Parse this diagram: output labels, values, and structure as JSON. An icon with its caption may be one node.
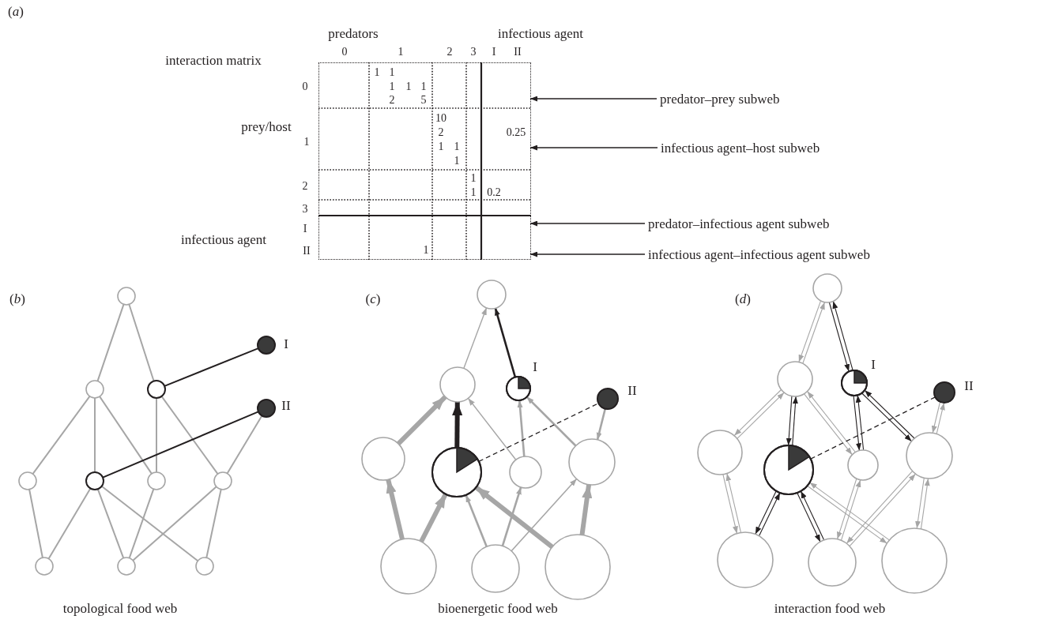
{
  "diagram": {
    "nodes": [
      {
        "text": [
          "predator–prey subweb"
        ]
      },
      {
        "text": [
          "infectious agent–host subweb"
        ]
      },
      {
        "text": [
          "predator–infectious agent subweb"
        ]
      },
      {
        "text": [
          "infectious agent–infectious agent subweb"
        ]
      },
      {
        "text": [],
        "shape": "circle"
      },
      {
        "text": [],
        "shape": "circle",
        "beside": [
          "I"
        ]
      },
      {
        "text": [],
        "shape": "circle"
      },
      {
        "text": [],
        "shape": "circle"
      },
      {
        "text": [],
        "shape": "circle",
        "beside": [
          "II"
        ]
      },
      {
        "text": [],
        "shape": "circle"
      },
      {
        "text": [],
        "shape": "circle"
      },
      {
        "text": [],
        "shape": "circle"
      },
      {
        "text": [],
        "shape": "circle"
      },
      {
        "text": [],
        "shape": "circle"
      },
      {
        "text": [],
        "shape": "circle"
      },
      {
        "text": [],
        "shape": "circle"
      },
      {
        "text": [],
        "shape": "circle"
      },
      {
        "text": [],
        "shape": "circle"
      },
      {
        "text": [],
        "shape": "circle",
        "beside": [
          "I"
        ]
      },
      {
        "text": [],
        "shape": "circle",
        "beside": [
          "II"
        ]
      },
      {
        "text": [],
        "shape": "circle"
      },
      {
        "text": [],
        "shape": "circle"
      },
      {
        "text": [],
        "shape": "circle"
      },
      {
        "text": [],
        "shape": "circle"
      },
      {
        "text": [],
        "shape": "circle"
      },
      {
        "text": [],
        "shape": "circle"
      },
      {
        "text": [],
        "shape": "circle"
      },
      {
        "text": [],
        "shape": "circle"
      },
      {
        "text": [],
        "shape": "circle"
      },
      {
        "text": [],
        "shape": "circle",
        "beside": [
          "I"
        ]
      },
      {
        "text": [],
        "shape": "circle",
        "beside": [
          "II"
        ]
      },
      {
        "text": [],
        "shape": "circle"
      },
      {
        "text": [],
        "shape": "circle"
      },
      {
        "text": [],
        "shape": "circle"
      },
      {
        "text": [],
        "shape": "circle"
      },
      {
        "text": [],
        "shape": "circle"
      },
      {
        "text": [],
        "shape": "circle"
      },
      {
        "text": [],
        "shape": "circle"
      },
      {
        "text": [],
        "shape": "box"
      }
    ],
    "edges": [
      {
        "from": 0,
        "to": 38,
        "arrow": "to",
        "color": "#231f20"
      },
      {
        "from": 1,
        "to": 38,
        "arrow": "to",
        "color": "#231f20"
      },
      {
        "from": 2,
        "to": 38,
        "arrow": "to",
        "color": "#231f20"
      },
      {
        "from": 3,
        "to": 38,
        "arrow": "to",
        "color": "#231f20"
      },
      {
        "from": 4,
        "to": 6,
        "arrow": "none"
      },
      {
        "from": 4,
        "to": 7,
        "arrow": "none"
      },
      {
        "from": 6,
        "to": 9,
        "arrow": "none"
      },
      {
        "from": 6,
        "to": 10,
        "arrow": "none"
      },
      {
        "from": 6,
        "to": 11,
        "arrow": "none"
      },
      {
        "from": 7,
        "to": 11,
        "arrow": "none"
      },
      {
        "from": 7,
        "to": 12,
        "arrow": "none"
      },
      {
        "from": 7,
        "to": 5,
        "arrow": "none",
        "color": "#231f20"
      },
      {
        "from": 10,
        "to": 8,
        "arrow": "none",
        "color": "#231f20"
      },
      {
        "from": 8,
        "to": 12,
        "arrow": "none"
      },
      {
        "from": 9,
        "to": 13,
        "arrow": "none"
      },
      {
        "from": 10,
        "to": 13,
        "arrow": "none"
      },
      {
        "from": 10,
        "to": 14,
        "arrow": "none"
      },
      {
        "from": 10,
        "to": 15,
        "arrow": "none"
      },
      {
        "from": 11,
        "to": 14,
        "arrow": "none"
      },
      {
        "from": 12,
        "to": 14,
        "arrow": "none"
      },
      {
        "from": 12,
        "to": 15,
        "arrow": "none"
      },
      {
        "from": 17,
        "to": 16,
        "arrow": "to"
      },
      {
        "from": 18,
        "to": 16,
        "arrow": "to",
        "color": "#231f20"
      },
      {
        "from": 20,
        "to": 17,
        "arrow": "to",
        "style": "thick"
      },
      {
        "from": 21,
        "to": 17,
        "arrow": "to",
        "style": "thick",
        "color": "#231f20"
      },
      {
        "from": 22,
        "to": 17,
        "arrow": "to"
      },
      {
        "from": 22,
        "to": 18,
        "arrow": "to"
      },
      {
        "from": 23,
        "to": 18,
        "arrow": "to"
      },
      {
        "from": 19,
        "to": 23,
        "arrow": "to"
      },
      {
        "from": 21,
        "to": 19,
        "arrow": "none",
        "style": "dashed",
        "color": "#231f20"
      },
      {
        "from": 24,
        "to": 20,
        "arrow": "to",
        "style": "thick"
      },
      {
        "from": 24,
        "to": 21,
        "arrow": "to",
        "style": "thick"
      },
      {
        "from": 25,
        "to": 21,
        "arrow": "to"
      },
      {
        "from": 25,
        "to": 22,
        "arrow": "to"
      },
      {
        "from": 25,
        "to": 23,
        "arrow": "to"
      },
      {
        "from": 26,
        "to": 21,
        "arrow": "to",
        "style": "thick"
      },
      {
        "from": 26,
        "to": 23,
        "arrow": "to",
        "style": "thick"
      },
      {
        "from": 27,
        "to": 28,
        "arrow": "to"
      },
      {
        "from": 28,
        "to": 27,
        "arrow": "to"
      },
      {
        "from": 27,
        "to": 29,
        "arrow": "to",
        "color": "#231f20"
      },
      {
        "from": 29,
        "to": 27,
        "arrow": "to",
        "color": "#231f20"
      },
      {
        "from": 28,
        "to": 31,
        "arrow": "to"
      },
      {
        "from": 31,
        "to": 28,
        "arrow": "to"
      },
      {
        "from": 28,
        "to": 32,
        "arrow": "to",
        "color": "#231f20"
      },
      {
        "from": 32,
        "to": 28,
        "arrow": "to",
        "color": "#231f20"
      },
      {
        "from": 28,
        "to": 33,
        "arrow": "to"
      },
      {
        "from": 33,
        "to": 28,
        "arrow": "to"
      },
      {
        "from": 29,
        "to": 33,
        "arrow": "to",
        "color": "#231f20"
      },
      {
        "from": 33,
        "to": 29,
        "arrow": "to",
        "color": "#231f20"
      },
      {
        "from": 29,
        "to": 34,
        "arrow": "to",
        "color": "#231f20"
      },
      {
        "from": 34,
        "to": 29,
        "arrow": "to",
        "color": "#231f20"
      },
      {
        "from": 30,
        "to": 34,
        "arrow": "to"
      },
      {
        "from": 34,
        "to": 30,
        "arrow": "to"
      },
      {
        "from": 32,
        "to": 30,
        "arrow": "none",
        "style": "dashed",
        "color": "#231f20"
      },
      {
        "from": 31,
        "to": 35,
        "arrow": "to"
      },
      {
        "from": 35,
        "to": 31,
        "arrow": "to"
      },
      {
        "from": 32,
        "to": 35,
        "arrow": "to",
        "color": "#231f20"
      },
      {
        "from": 35,
        "to": 32,
        "arrow": "to",
        "color": "#231f20"
      },
      {
        "from": 32,
        "to": 36,
        "arrow": "to",
        "color": "#231f20"
      },
      {
        "from": 36,
        "to": 32,
        "arrow": "to",
        "color": "#231f20"
      },
      {
        "from": 32,
        "to": 37,
        "arrow": "to"
      },
      {
        "from": 37,
        "to": 32,
        "arrow": "to"
      },
      {
        "from": 33,
        "to": 36,
        "arrow": "to"
      },
      {
        "from": 36,
        "to": 33,
        "arrow": "to"
      },
      {
        "from": 34,
        "to": 36,
        "arrow": "to"
      },
      {
        "from": 36,
        "to": 34,
        "arrow": "to"
      },
      {
        "from": 34,
        "to": 37,
        "arrow": "to"
      },
      {
        "from": 37,
        "to": 34,
        "arrow": "to"
      }
    ],
    "labels": [
      "(*a*)",
      "predators",
      "infectious agent",
      "0",
      "1",
      "2",
      "3",
      "I",
      "II",
      "interaction matrix",
      "1",
      "1",
      "0",
      "1",
      "1",
      "1",
      "2",
      "5",
      "10",
      "prey/host",
      "2",
      "0.25",
      "1",
      "1",
      "1",
      "1",
      "1",
      "2",
      "1",
      "0.2",
      "3",
      "I",
      "infectious agent",
      "II",
      "1",
      "(*b*)",
      "(*c*)",
      "(*d*)",
      "topological food web",
      "bioenergetic food web",
      "interaction food web"
    ]
  }
}
